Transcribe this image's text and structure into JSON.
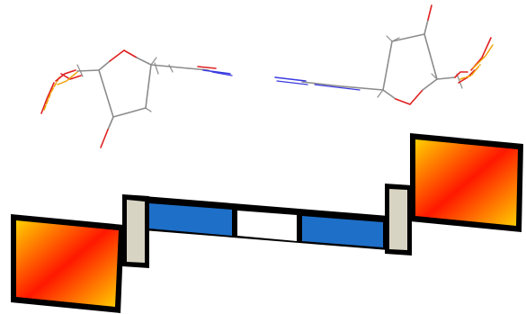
{
  "colors": {
    "background": "#ffffff",
    "bond_carbon": "#8c8c8c",
    "bond_oxygen": "#e02020",
    "bond_nitrogen": "#3a3ae0",
    "bond_phosphorus": "#f0a000",
    "outline": "#000000",
    "ribbon_base": "#1e6fc8",
    "ribbon_gap": "#ffffff",
    "ribbon_connector": "#d8d4c4",
    "sugar_gradient_light": "#ffd000",
    "sugar_gradient_dark": "#ff1800"
  },
  "structure": {
    "left_nucleotide": {
      "ring_atoms": 5,
      "has_ring_oxygen": true,
      "has_base_link": true,
      "has_phosphate": true
    },
    "right_nucleotide": {
      "ring_atoms": 5,
      "has_ring_oxygen": true,
      "has_base_link": true,
      "has_phosphate": true
    },
    "cartoon": {
      "sugar_blocks": 2,
      "connector_blocks": 2,
      "base_slabs": 2,
      "center_gap": true
    }
  }
}
